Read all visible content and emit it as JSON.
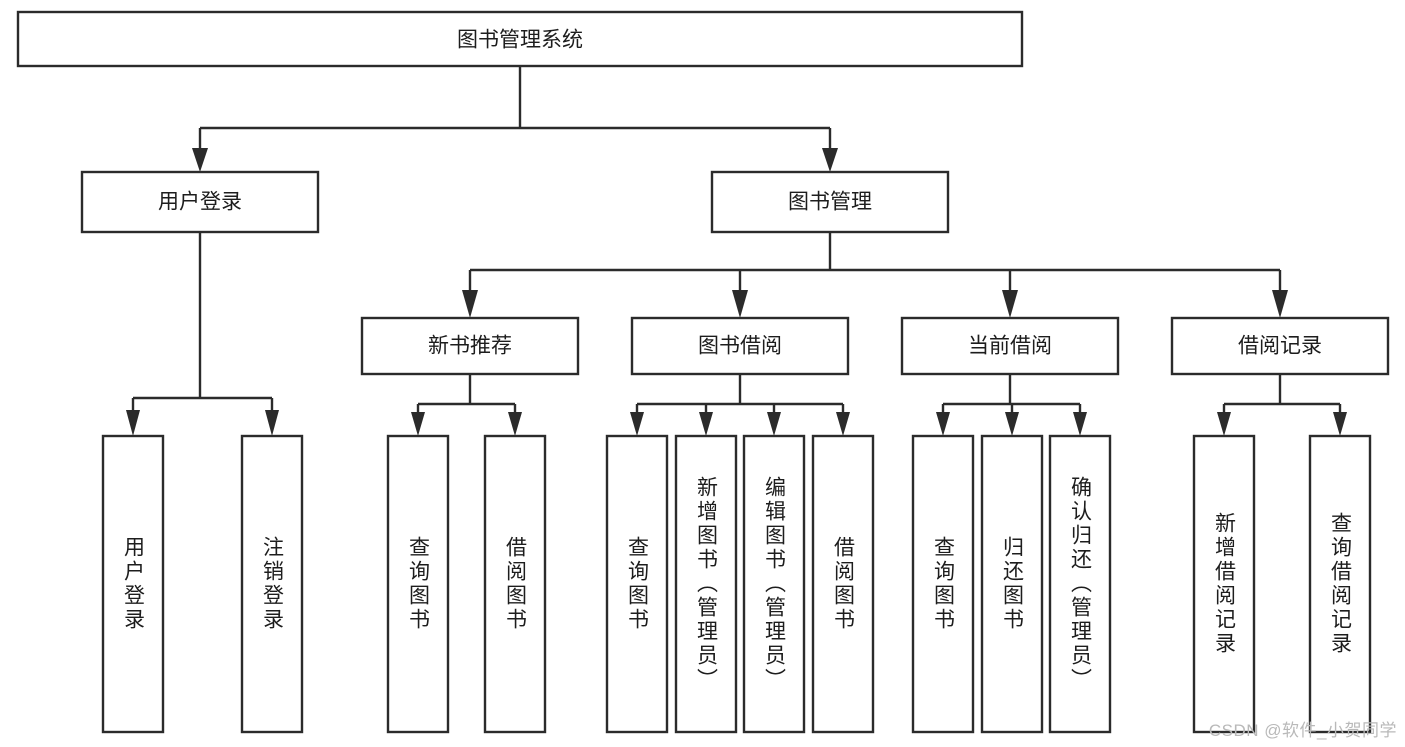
{
  "diagram": {
    "type": "hierarchy-tree",
    "title_node": {
      "label": "图书管理系统"
    },
    "level2": [
      {
        "label": "用户登录"
      },
      {
        "label": "图书管理"
      }
    ],
    "level3": [
      {
        "label": "新书推荐"
      },
      {
        "label": "图书借阅"
      },
      {
        "label": "当前借阅"
      },
      {
        "label": "借阅记录"
      }
    ],
    "leaves": {
      "user_login": [
        {
          "label": "用户登录"
        },
        {
          "label": "注销登录"
        }
      ],
      "new_book_recommend": [
        {
          "label": "查询图书"
        },
        {
          "label": "借阅图书"
        }
      ],
      "book_borrow": [
        {
          "label": "查询图书"
        },
        {
          "label": "新增图书（管理员）"
        },
        {
          "label": "编辑图书（管理员）"
        },
        {
          "label": "借阅图书"
        }
      ],
      "current_borrow": [
        {
          "label": "查询图书"
        },
        {
          "label": "归还图书"
        },
        {
          "label": "确认归还（管理员）"
        }
      ],
      "borrow_record": [
        {
          "label": "新增借阅记录"
        },
        {
          "label": "查询借阅记录"
        }
      ]
    }
  },
  "watermark": {
    "text": "CSDN @软件_小贺同学"
  },
  "colors": {
    "box_stroke": "#2b2b2b",
    "box_fill": "#ffffff",
    "text": "#1d1d1d",
    "watermark": "#b9b9b9",
    "background": "#ffffff"
  }
}
